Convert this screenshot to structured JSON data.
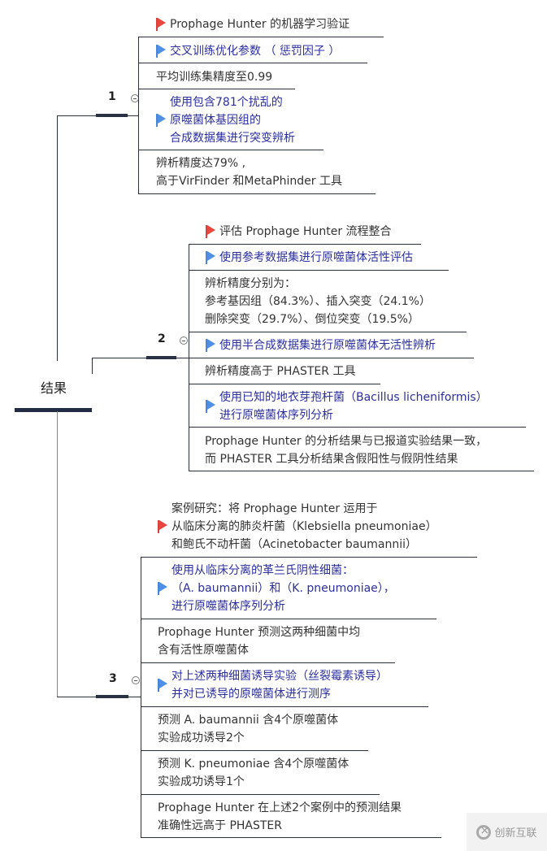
{
  "root": {
    "label": "结果"
  },
  "branches": [
    {
      "number": "1",
      "nodes": [
        {
          "flag": "red",
          "text": "Prophage Hunter 的机器学习验证"
        },
        {
          "flag": "blue",
          "text": "交叉训练优化参数 （ 惩罚因子 ）"
        },
        {
          "flag": "none",
          "text": "平均训练集精度至0.99"
        },
        {
          "flag": "blue",
          "text": "使用包含781个扰乱的\n原噬菌体基因组的\n合成数据集进行突变辨析"
        },
        {
          "flag": "none",
          "text": "辨析精度达79% ,\n高于VirFinder 和MetaPhinder 工具"
        }
      ]
    },
    {
      "number": "2",
      "nodes": [
        {
          "flag": "red",
          "text": "评估 Prophage Hunter 流程整合"
        },
        {
          "flag": "blue",
          "text": "使用参考数据集进行原噬菌体活性评估"
        },
        {
          "flag": "none",
          "text": "辨析精度分别为：\n参考基因组（84.3%）、插入突变（24.1%）\n删除突变（29.7%）、倒位突变（19.5%）"
        },
        {
          "flag": "blue",
          "text": "使用半合成数据集进行原噬菌体无活性辨析"
        },
        {
          "flag": "none",
          "text": "辨析精度高于 PHASTER 工具"
        },
        {
          "flag": "blue",
          "text": "使用已知的地衣芽孢杆菌（Bacillus licheniformis）\n进行原噬菌体序列分析"
        },
        {
          "flag": "none",
          "text": "Prophage Hunter 的分析结果与已报道实验结果一致，\n而 PHASTER 工具分析结果含假阳性与假阴性结果"
        }
      ]
    },
    {
      "number": "3",
      "nodes": [
        {
          "flag": "red",
          "text": "案例研究：将 Prophage Hunter 运用于\n从临床分离的肺炎杆菌（Klebsiella pneumoniae）\n和鲍氏不动杆菌（Acinetobacter baumannii）"
        },
        {
          "flag": "blue",
          "text": "使用从临床分离的革兰氏阴性细菌：\n（A. baumannii）和（K. pneumoniae），\n进行原噬菌体序列分析"
        },
        {
          "flag": "none",
          "text": "Prophage Hunter 预测这两种细菌中均\n含有活性原噬菌体"
        },
        {
          "flag": "blue",
          "text": "对上述两种细菌诱导实验（丝裂霉素诱导）\n并对已诱导的原噬菌体进行测序"
        },
        {
          "flag": "none",
          "text": "预测 A. baumannii 含4个原噬菌体\n实验成功诱导2个"
        },
        {
          "flag": "none",
          "text": "预测 K. pneumoniae 含4个原噬菌体\n实验成功诱导1个"
        },
        {
          "flag": "none",
          "text": "Prophage Hunter 在上述2个案例中的预测结果\n准确性远高于 PHASTER"
        }
      ]
    }
  ],
  "watermark": {
    "text": "创新互联"
  },
  "colors": {
    "red_flag": "#e8473f",
    "blue_flag": "#4f8fe6",
    "blue_text": "#2b2fa0",
    "line": "#2b2f38"
  }
}
